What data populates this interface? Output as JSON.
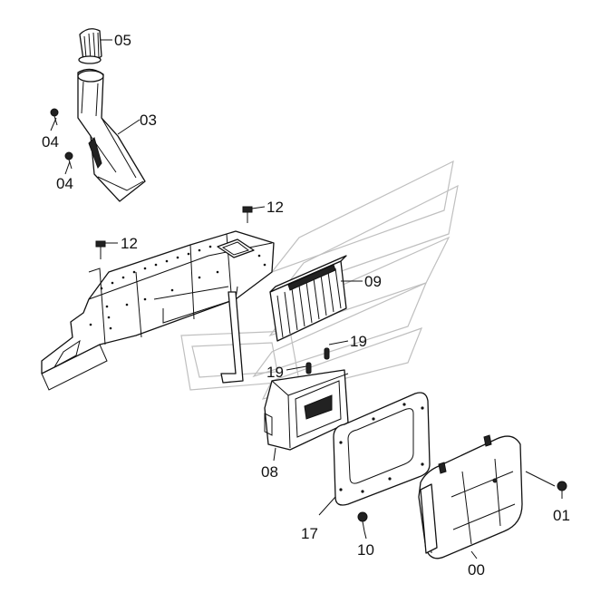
{
  "callouts": {
    "c00": "00",
    "c01": "01",
    "c03": "03",
    "c04a": "04",
    "c04b": "04",
    "c05": "05",
    "c08": "08",
    "c09": "09",
    "c10": "10",
    "c12a": "12",
    "c12b": "12",
    "c17": "17",
    "c19a": "19",
    "c19b": "19"
  },
  "colors": {
    "line": "#111111",
    "watermark": "#bfbfbf",
    "background": "#ffffff"
  }
}
